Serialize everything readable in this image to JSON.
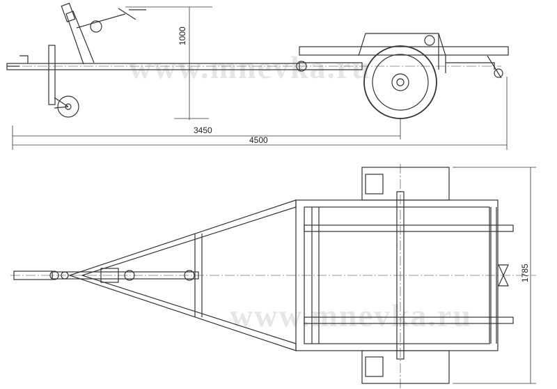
{
  "title": "Boat trailer drawing",
  "watermark": "www.mnevka.ru",
  "watermark_color": "#e6e6e6",
  "line_color": "#333333",
  "side_view": {
    "height_dim": "1000",
    "axle_dim": "3450",
    "length_dim": "4500"
  },
  "plan_view": {
    "width_dim": "1785"
  }
}
